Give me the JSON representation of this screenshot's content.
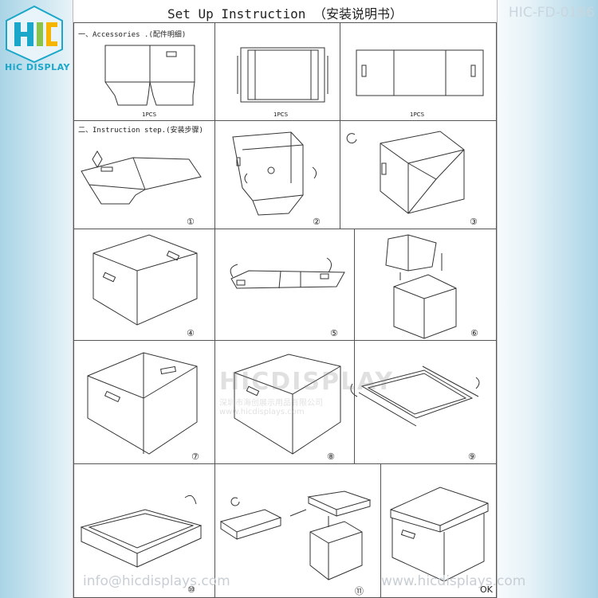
{
  "brand": {
    "logo_text": "HiC DISPLAY",
    "code": "HIC-FD-0166"
  },
  "title": "Set Up Instruction  （安装说明书）",
  "accessories": {
    "heading": "一、Accessories .(配件明细)",
    "qty": [
      "1PCS",
      "1PCS",
      "1PCS"
    ]
  },
  "steps": {
    "heading": "二、Instruction step.(安装步骤)",
    "labels": [
      "①",
      "②",
      "③",
      "④",
      "⑤",
      "⑥",
      "⑦",
      "⑧",
      "⑨",
      "⑩",
      "⑪",
      "OK"
    ]
  },
  "watermark": {
    "name": "HICDISPLAY",
    "company": "深圳市海创展示用品有限公司",
    "url": "www.hicdisplays.com"
  },
  "footer": {
    "email": "info@hicdisplays.com",
    "website": "www.hicdisplays.com"
  }
}
